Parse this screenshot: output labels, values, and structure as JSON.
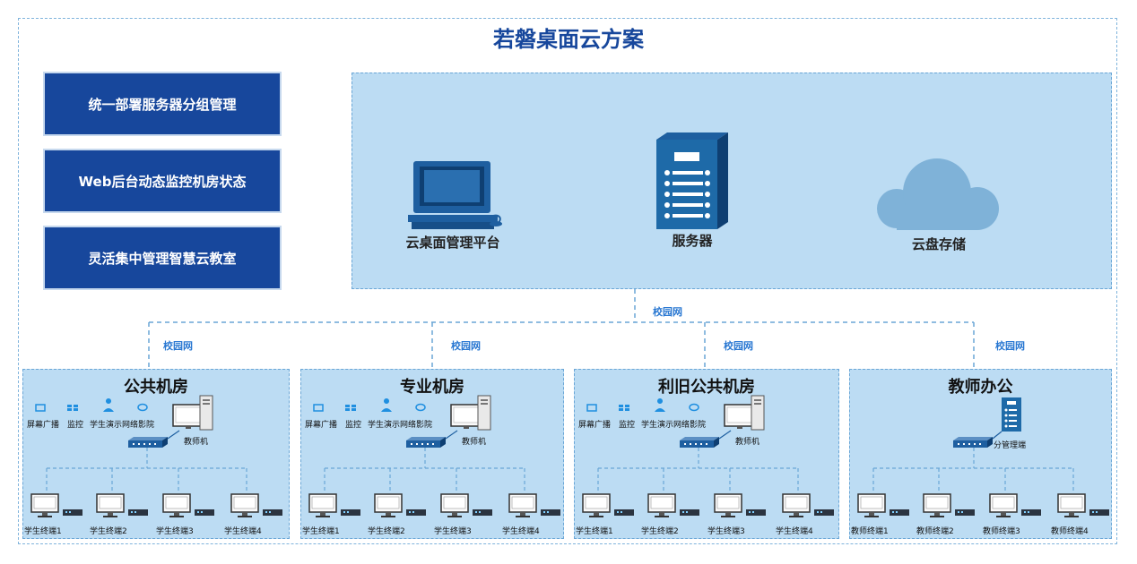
{
  "title": "若磐桌面云方案",
  "features": [
    "统一部署服务器分组管理",
    "Web后台动态监控机房状态",
    "灵活集中管理智慧云教室"
  ],
  "cloud": {
    "platform_label": "云桌面管理平台",
    "server_label": "服务器",
    "storage_label": "云盘存储"
  },
  "network_label": "校园网",
  "rooms": [
    {
      "title": "公共机房",
      "icons": [
        "屏幕广播",
        "监控",
        "学生演示",
        "网络影院"
      ],
      "teacher_label": "教师机",
      "terminals": [
        "学生终端1",
        "学生终端2",
        "学生终端3",
        "学生终端4"
      ]
    },
    {
      "title": "专业机房",
      "icons": [
        "屏幕广播",
        "监控",
        "学生演示",
        "网络影院"
      ],
      "teacher_label": "教师机",
      "terminals": [
        "学生终端1",
        "学生终端2",
        "学生终端3",
        "学生终端4"
      ]
    },
    {
      "title": "利旧公共机房",
      "icons": [
        "屏幕广播",
        "监控",
        "学生演示",
        "网络影院"
      ],
      "teacher_label": "教师机",
      "terminals": [
        "学生终端1",
        "学生终端2",
        "学生终端3",
        "学生终端4"
      ]
    },
    {
      "title": "教师办公",
      "teacher_label": "分管理端",
      "terminals": [
        "教师终端1",
        "教师终端2",
        "教师终端3",
        "教师终端4"
      ]
    }
  ],
  "colors": {
    "brand": "#17479c",
    "panel": "#bcdcf3",
    "line": "#6aa6d6",
    "icon": "#1f8fe0"
  }
}
